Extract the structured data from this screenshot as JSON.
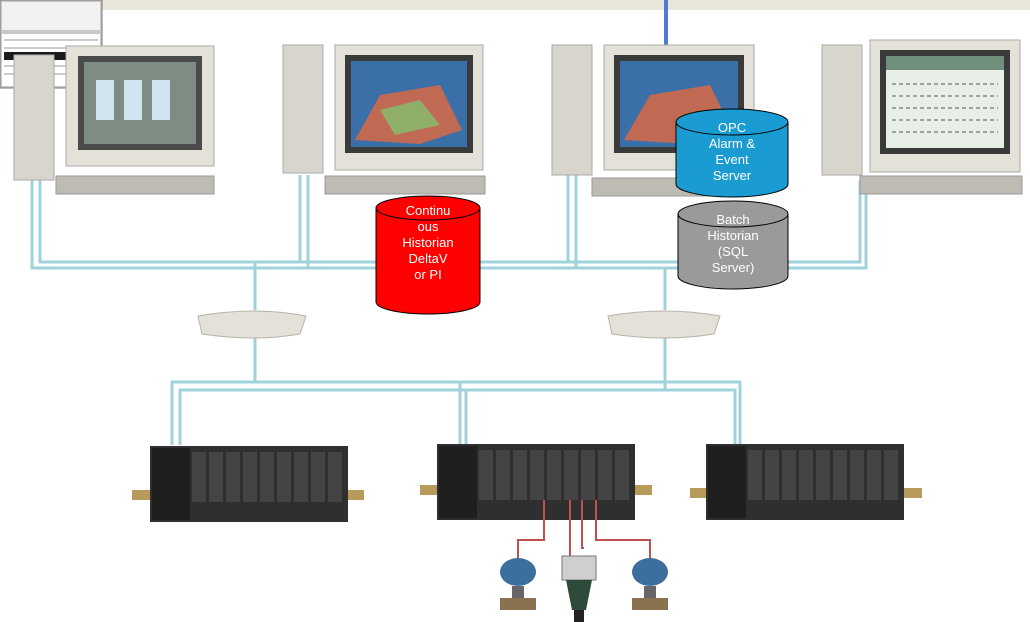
{
  "colors": {
    "background": "#ffffff",
    "top_band": "#e9e7dc",
    "network_cable": "#9fd3dc",
    "uplink_cable": "#4f7ad6",
    "historian_fill": "#ff0000",
    "opc_fill": "#1a9bd1",
    "batch_fill": "#9a9a9a",
    "field_wiring": "#c0504d",
    "computer_case": "#d8d6cc",
    "io_rack": "#2f2f2f"
  },
  "databases": {
    "continuous_historian": {
      "label": "Continu\nous\nHistorian\nDeltaV\nor PI"
    },
    "opc_server": {
      "label": "OPC\nAlarm &\nEvent\nServer"
    },
    "batch_historian": {
      "label": "Batch\nHistorian\n(SQL\nServer)"
    }
  },
  "workstations": [
    {
      "icon": "workstation-icon",
      "screen": "process-graphics"
    },
    {
      "icon": "workstation-icon",
      "screen": "plant-overview"
    },
    {
      "icon": "workstation-icon",
      "screen": "plant-overview"
    },
    {
      "icon": "workstation-icon",
      "screen": "data-table"
    }
  ],
  "network_switches": [
    "switch-icon",
    "switch-icon"
  ],
  "controllers": [
    "io-rack-icon",
    "io-rack-icon",
    "io-rack-icon"
  ],
  "field_devices": [
    "valve-icon",
    "transmitter-icon",
    "valve-icon"
  ]
}
